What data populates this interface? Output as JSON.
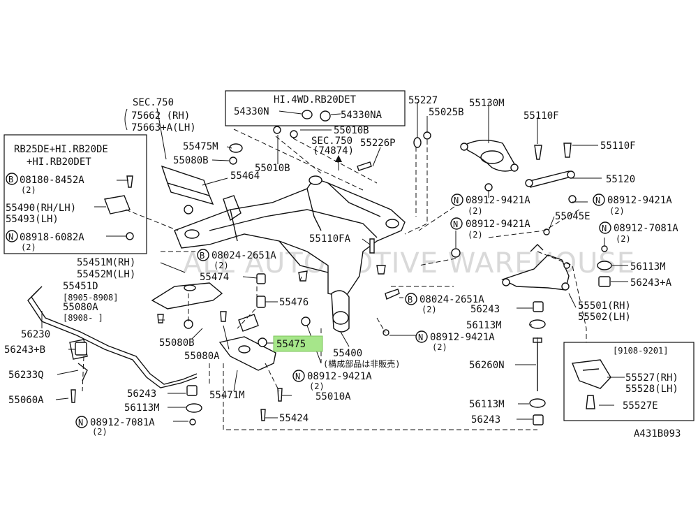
{
  "colors": {
    "line": "#111111",
    "highlight": "#a6e68a",
    "watermark": "#d9d9d9",
    "background": "#ffffff"
  },
  "watermark": "ALL AUTOMOTIVE WAREHOUSE",
  "diagram_code": "A431B093",
  "highlighted_part": "55475",
  "boxes": {
    "hi4wd": {
      "title": "HI.4WD.RB20DET",
      "parts": [
        "54330N",
        "54330NA"
      ]
    },
    "rb25de": {
      "title_line1": "RB25DE+HI.RB20DE",
      "title_line2": "+HI.RB20DET"
    },
    "date_range": {
      "title": "[9108-9201]"
    }
  },
  "sec": {
    "sec750_a": "SEC.750",
    "sec750_a_line2": "75662   (RH)",
    "sec750_a_line3": "75663+A(LH)",
    "sec750_b": "SEC.750",
    "sec750_b_line2": "(74874)"
  },
  "labels": [
    {
      "id": "l-08180",
      "text": "08180-8452A",
      "circle": "B"
    },
    {
      "id": "l-08180-qty",
      "text": "(2)"
    },
    {
      "id": "l-55490",
      "text": "55490(RH/LH)"
    },
    {
      "id": "l-55493",
      "text": "55493(LH)"
    },
    {
      "id": "l-08918",
      "text": "08918-6082A",
      "circle": "N"
    },
    {
      "id": "l-08918-qty",
      "text": "(2)"
    },
    {
      "id": "l-55475M",
      "text": "55475M"
    },
    {
      "id": "l-55080B-top",
      "text": "55080B"
    },
    {
      "id": "l-55464",
      "text": "55464"
    },
    {
      "id": "l-55010B-top",
      "text": "55010B"
    },
    {
      "id": "l-55010B-left",
      "text": "55010B"
    },
    {
      "id": "l-55227",
      "text": "55227"
    },
    {
      "id": "l-55025B",
      "text": "55025B"
    },
    {
      "id": "l-55226P",
      "text": "55226P"
    },
    {
      "id": "l-55130M",
      "text": "55130M"
    },
    {
      "id": "l-55110F-a",
      "text": "55110F"
    },
    {
      "id": "l-55110F-b",
      "text": "55110F"
    },
    {
      "id": "l-55120",
      "text": "55120"
    },
    {
      "id": "l-08912-a",
      "text": "08912-9421A",
      "circle": "N"
    },
    {
      "id": "l-08912-a-qty",
      "text": "(2)"
    },
    {
      "id": "l-08912-b",
      "text": "08912-9421A",
      "circle": "N"
    },
    {
      "id": "l-08912-b-qty",
      "text": "(2)"
    },
    {
      "id": "l-08912-c",
      "text": "08912-9421A",
      "circle": "N"
    },
    {
      "id": "l-08912-c-qty",
      "text": "(2)"
    },
    {
      "id": "l-55045E",
      "text": "55045E"
    },
    {
      "id": "l-08912-7081-r",
      "text": "08912-7081A",
      "circle": "N"
    },
    {
      "id": "l-08912-7081-r-qty",
      "text": "(2)"
    },
    {
      "id": "l-55110FA",
      "text": "55110FA"
    },
    {
      "id": "l-08024-a",
      "text": "08024-2651A",
      "circle": "B"
    },
    {
      "id": "l-08024-a-qty",
      "text": "(2)"
    },
    {
      "id": "l-56113M-r",
      "text": "56113M"
    },
    {
      "id": "l-56243A-r",
      "text": "56243+A"
    },
    {
      "id": "l-55451M",
      "text": "55451M(RH)"
    },
    {
      "id": "l-55452M",
      "text": "55452M(LH)"
    },
    {
      "id": "l-55474",
      "text": "55474"
    },
    {
      "id": "l-55451D",
      "text": "55451D"
    },
    {
      "id": "l-55451D-range",
      "text": "[8905-8908]"
    },
    {
      "id": "l-55080A-left",
      "text": "55080A"
    },
    {
      "id": "l-55080A-range",
      "text": "[8908-   ]"
    },
    {
      "id": "l-55476",
      "text": "55476"
    },
    {
      "id": "l-08024-b",
      "text": "08024-2651A",
      "circle": "B"
    },
    {
      "id": "l-08024-b-qty",
      "text": "(2)"
    },
    {
      "id": "l-56243-m",
      "text": "56243"
    },
    {
      "id": "l-55501",
      "text": "55501(RH)"
    },
    {
      "id": "l-55502",
      "text": "55502(LH)"
    },
    {
      "id": "l-56113M-m",
      "text": "56113M"
    },
    {
      "id": "l-08912-d",
      "text": "08912-9421A",
      "circle": "N"
    },
    {
      "id": "l-08912-d-qty",
      "text": "(2)"
    },
    {
      "id": "l-56230",
      "text": "56230"
    },
    {
      "id": "l-55080B-bot",
      "text": "55080B"
    },
    {
      "id": "l-55475",
      "text": "55475"
    },
    {
      "id": "l-55400",
      "text": "55400"
    },
    {
      "id": "l-55400-note",
      "text": "(構成部品は非販売)"
    },
    {
      "id": "l-56243B",
      "text": "56243+B"
    },
    {
      "id": "l-55080A-mid",
      "text": "55080A"
    },
    {
      "id": "l-08912-e",
      "text": "08912-9421A",
      "circle": "N"
    },
    {
      "id": "l-08912-e-qty",
      "text": "(2)"
    },
    {
      "id": "l-56233Q",
      "text": "56233Q"
    },
    {
      "id": "l-56260N",
      "text": "56260N"
    },
    {
      "id": "l-55527",
      "text": "55527(RH)"
    },
    {
      "id": "l-55528",
      "text": "55528(LH)"
    },
    {
      "id": "l-55060A",
      "text": "55060A"
    },
    {
      "id": "l-56243-l",
      "text": "56243"
    },
    {
      "id": "l-55471M",
      "text": "55471M"
    },
    {
      "id": "l-55010A",
      "text": "55010A"
    },
    {
      "id": "l-56113M-l",
      "text": "56113M"
    },
    {
      "id": "l-56113M-b",
      "text": "56113M"
    },
    {
      "id": "l-55527E",
      "text": "55527E"
    },
    {
      "id": "l-08912-7081-l",
      "text": "08912-7081A",
      "circle": "N"
    },
    {
      "id": "l-08912-7081-l-qty",
      "text": "(2)"
    },
    {
      "id": "l-55424",
      "text": "55424"
    },
    {
      "id": "l-56243-b",
      "text": "56243"
    }
  ]
}
